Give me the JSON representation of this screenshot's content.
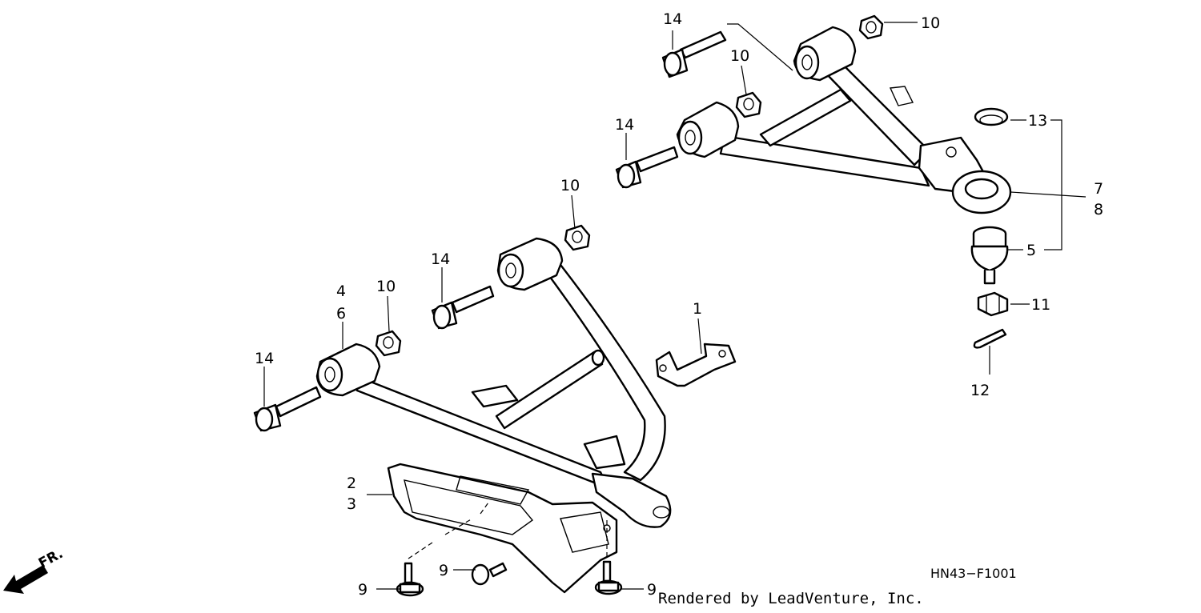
{
  "callouts": {
    "c14_top": "14",
    "c10_top_right": "10",
    "c10_mid_top": "10",
    "c14_upper_arm": "14",
    "c13": "13",
    "c7": "7",
    "c8": "8",
    "c5": "5",
    "c10_lower_mid": "10",
    "c14_lower_mid": "14",
    "c4": "4",
    "c6": "6",
    "c10_lower_left": "10",
    "c1": "1",
    "c11": "11",
    "c14_lower_left": "14",
    "c12": "12",
    "c2": "2",
    "c3": "3",
    "c9_left": "9",
    "c9_mid": "9",
    "c9_right": "9"
  },
  "diagram_code": "HN43−F1001",
  "footer_text": "Rendered by LeadVenture, Inc.",
  "direction_label": "FR.",
  "icons": {
    "direction": "front-direction-arrow-icon"
  }
}
